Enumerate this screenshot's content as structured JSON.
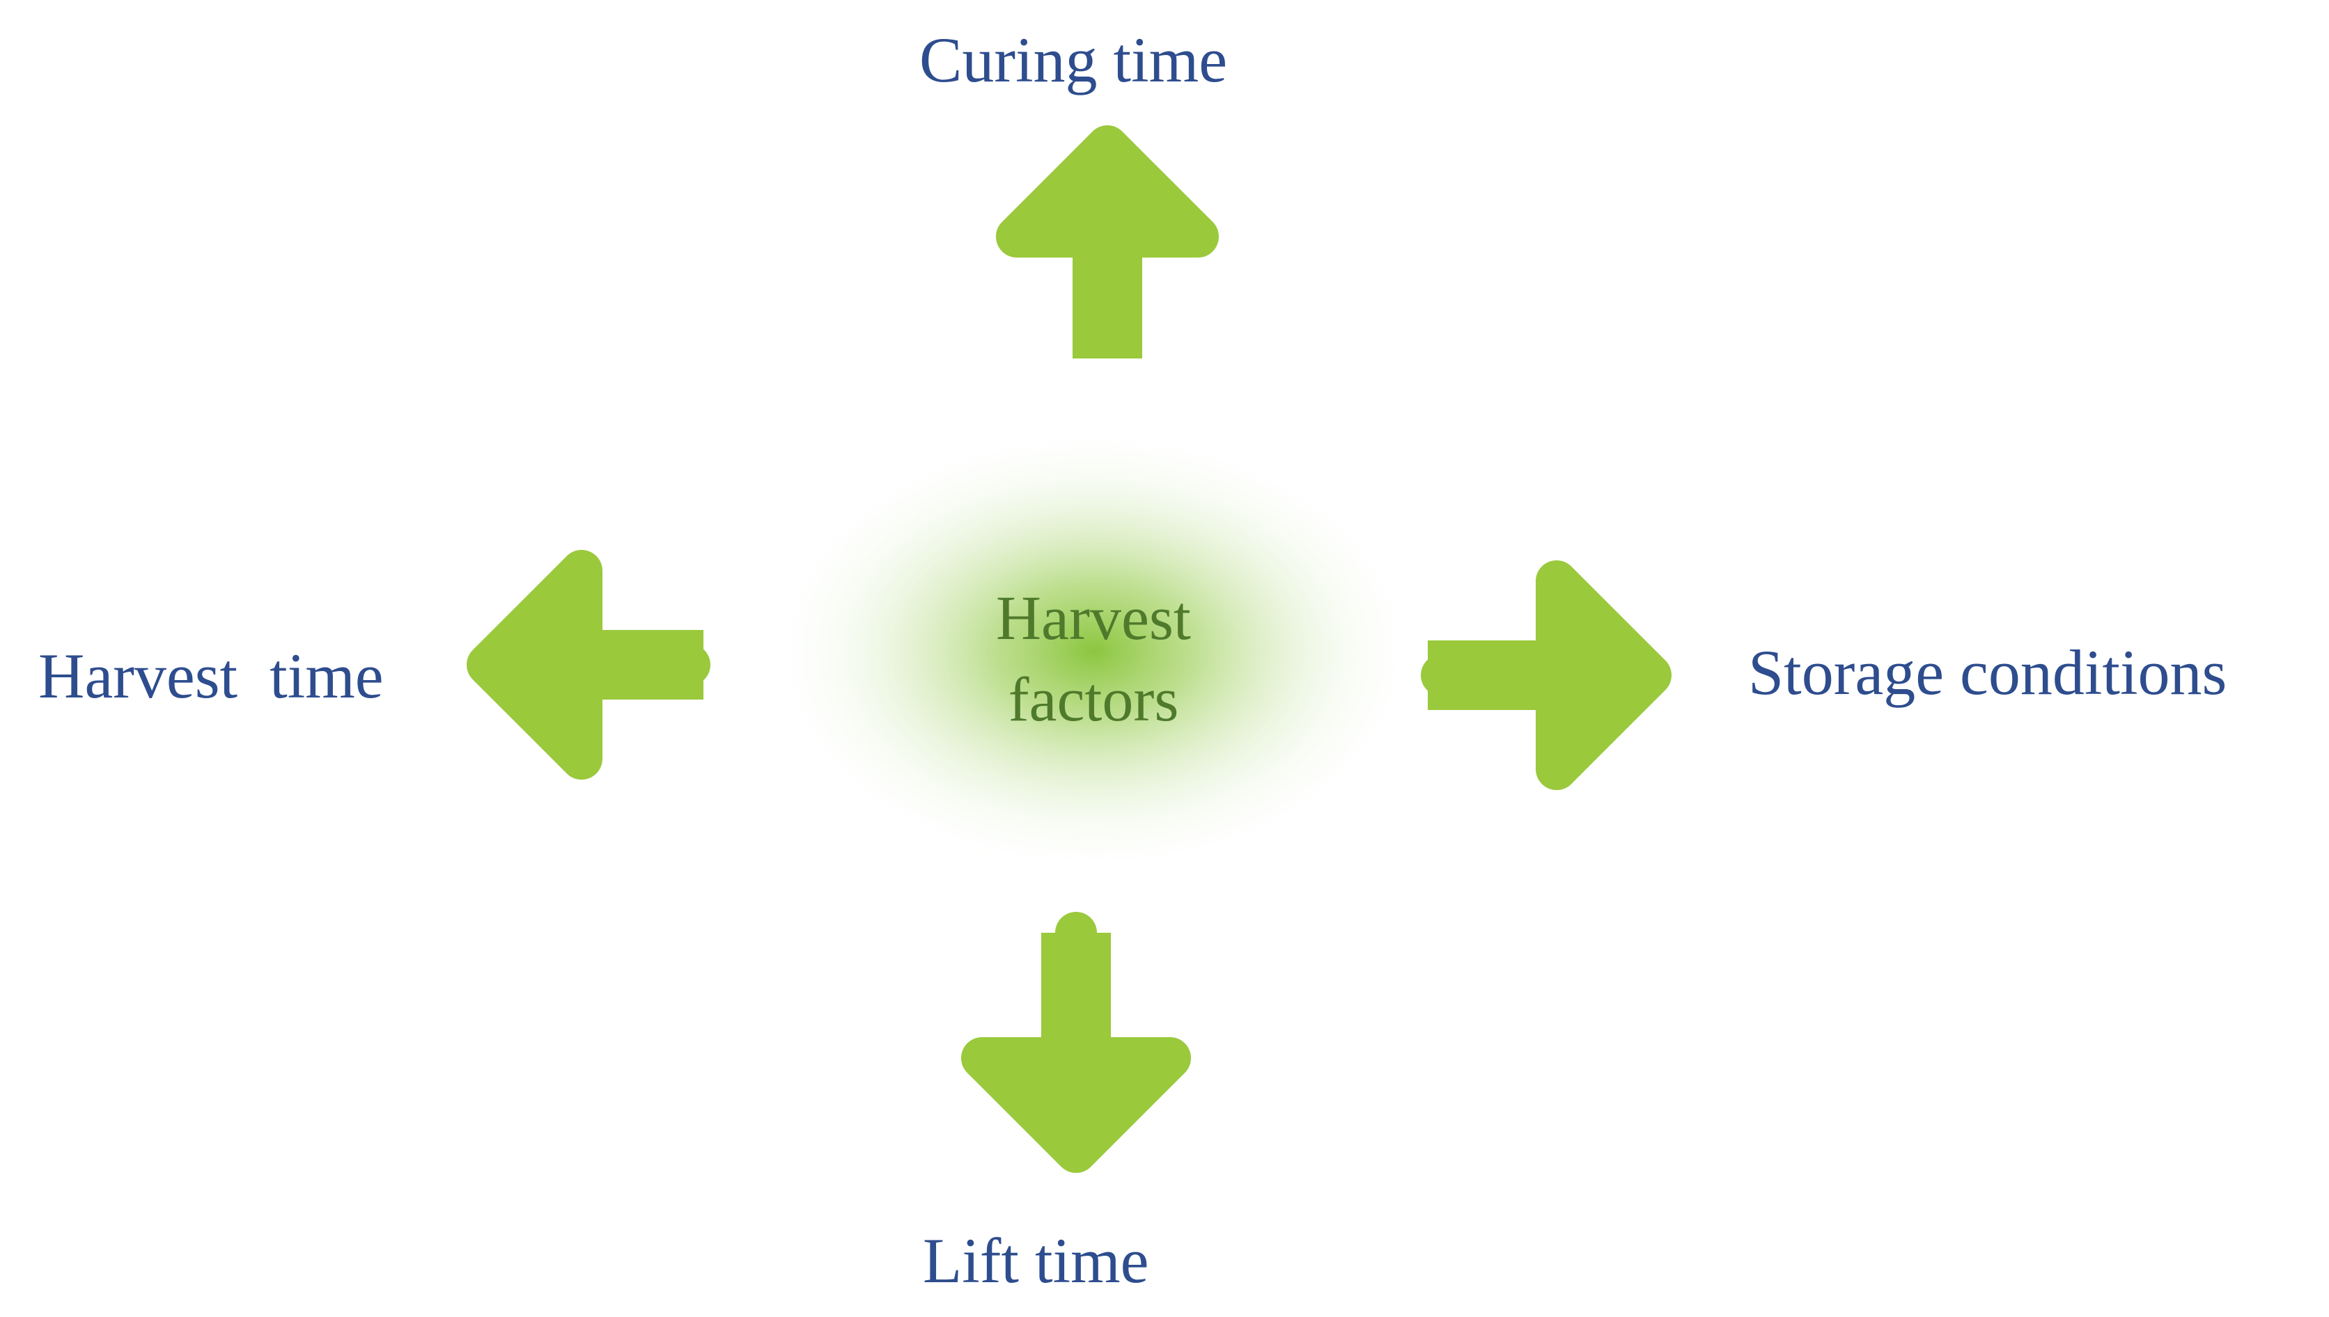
{
  "center": {
    "line1": "Harvest",
    "line2": "factors"
  },
  "factors": {
    "top": "Curing time",
    "left": "Harvest  time",
    "right": "Storage conditions",
    "bottom": "Lift time"
  },
  "colors": {
    "arrow": "#9ac93c",
    "label": "#2e4d8e",
    "center_text": "#4f7a2c",
    "glow": "#8cc63f"
  },
  "icons": {
    "up": "arrow-up-icon",
    "left": "arrow-left-icon",
    "right": "arrow-right-icon",
    "down": "arrow-down-icon"
  }
}
